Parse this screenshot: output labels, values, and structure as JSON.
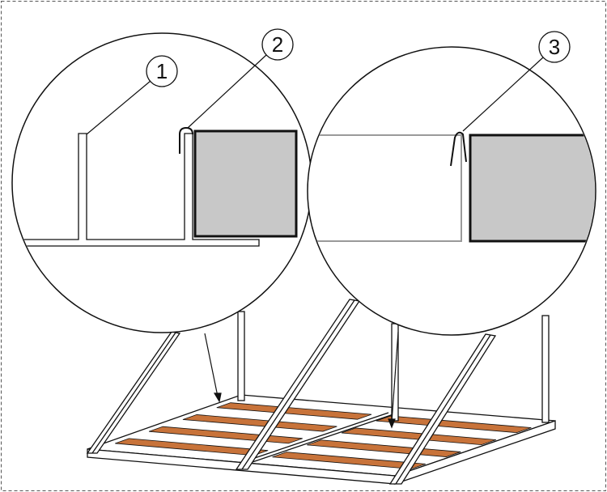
{
  "callouts": [
    {
      "label": "1"
    },
    {
      "label": "2"
    },
    {
      "label": "3"
    }
  ],
  "colors": {
    "line": "#111111",
    "panel": "#c8c8c8",
    "board": "#c8733a",
    "ghost": "#9a9a9a",
    "border": "#555555"
  }
}
